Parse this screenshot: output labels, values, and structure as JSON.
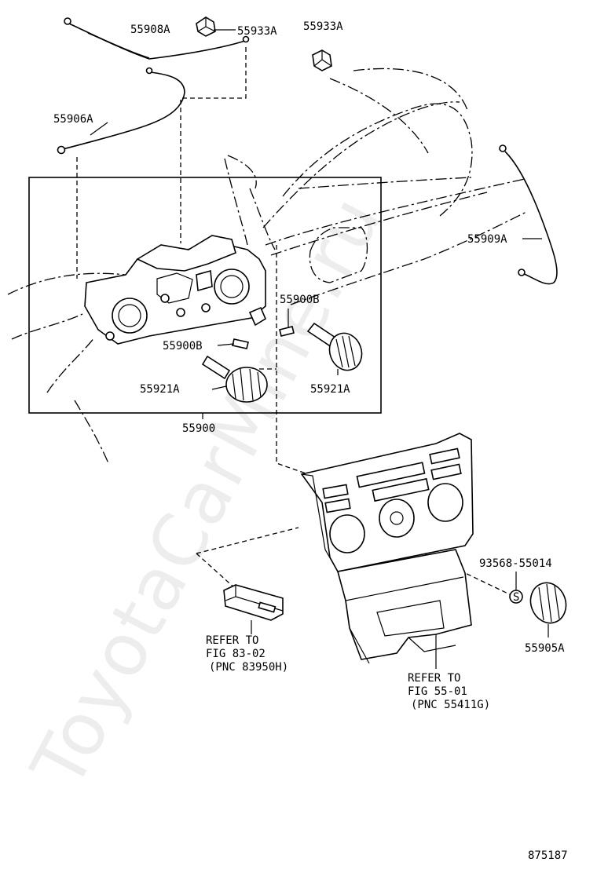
{
  "diagram": {
    "watermark": "ToyotaCarMine.ru",
    "figure_number": "875187",
    "labels": {
      "p55908A": "55908A",
      "p55933A_1": "55933A",
      "p55933A_2": "55933A",
      "p55906A": "55906A",
      "p55909A": "55909A",
      "p55900B_1": "55900B",
      "p55900B_2": "55900B",
      "p55921A_1": "55921A",
      "p55921A_2": "55921A",
      "p55900": "55900",
      "p93568": "93568-55014",
      "p55905A": "55905A"
    },
    "refer1": [
      "REFER TO",
      "FIG 83-02",
      "(PNC 83950H)"
    ],
    "refer2": [
      "REFER TO",
      "FIG 55-01",
      "(PNC 55411G)"
    ]
  }
}
